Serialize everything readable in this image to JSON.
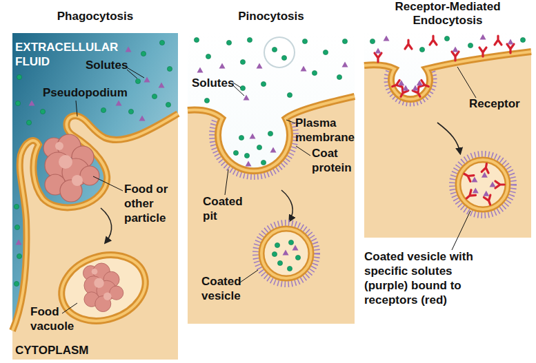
{
  "diagram": {
    "nodes": [
      {
        "text": [
          "Phagocytosis"
        ]
      },
      {
        "text": [
          "Pinocytosis"
        ]
      },
      {
        "text": [
          "Receptor-Mediated Endocytosis"
        ]
      }
    ],
    "labels": [
      "EXTRACELLULAR FLUID",
      "Solutes",
      "Pseudopodium",
      "Food or other particle",
      "Food vacuole",
      "CYTOPLASM",
      "Solutes",
      "Plasma membrane",
      "Coat protein",
      "Coated pit",
      "Coated vesicle",
      "Receptor",
      "Coated vesicle with specific solutes (purple) bound to receptors (red)"
    ]
  }
}
